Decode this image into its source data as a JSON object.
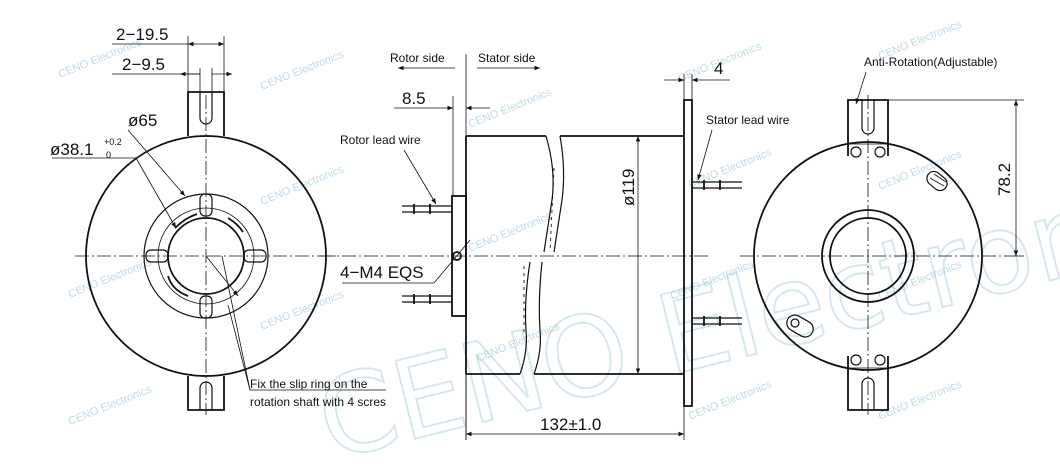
{
  "watermark": {
    "big_text": "CENO Electron",
    "small_text": "CENO Electronics"
  },
  "front_view": {
    "dim_slot_outer": "2−19.5",
    "dim_slot_inner": "2−9.5",
    "dim_pcd": "ø65",
    "dim_bore_base": "ø38.1",
    "dim_bore_tol_upper": "+0.2",
    "dim_bore_tol_lower": "0",
    "note_line1": "Fix the slip ring on the",
    "note_line2": "rotation shaft with 4 scres"
  },
  "side_view": {
    "rotor_side": "Rotor side",
    "stator_side": "Stator side",
    "dim_flange": "8.5",
    "rotor_lead_wire": "Rotor lead wire",
    "screws": "4−M4  EQS",
    "dim_diameter": "ø119",
    "dim_length": "132±1.0",
    "stator_lead_wire": "Stator lead wire",
    "dim_thickness": "4"
  },
  "rear_view": {
    "anti_rotation": "Anti-Rotation(Adjustable)",
    "dim_height": "78.2"
  }
}
